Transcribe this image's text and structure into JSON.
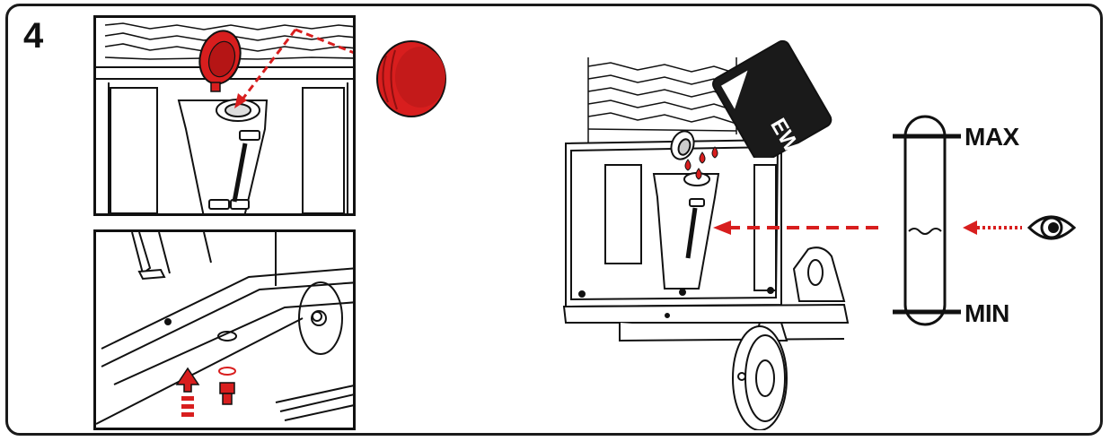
{
  "step": {
    "number": "4"
  },
  "level_gauge": {
    "max_label": "MAX",
    "min_label": "MIN"
  },
  "canister": {
    "brand": "EWM"
  },
  "colors": {
    "accent_red": "#d81e1e",
    "line_black": "#111111",
    "background": "#ffffff"
  },
  "icons": [
    "eye-icon",
    "red-cap-icon",
    "up-arrow-icon",
    "drop-icon",
    "canister-icon",
    "wheel-icon"
  ]
}
